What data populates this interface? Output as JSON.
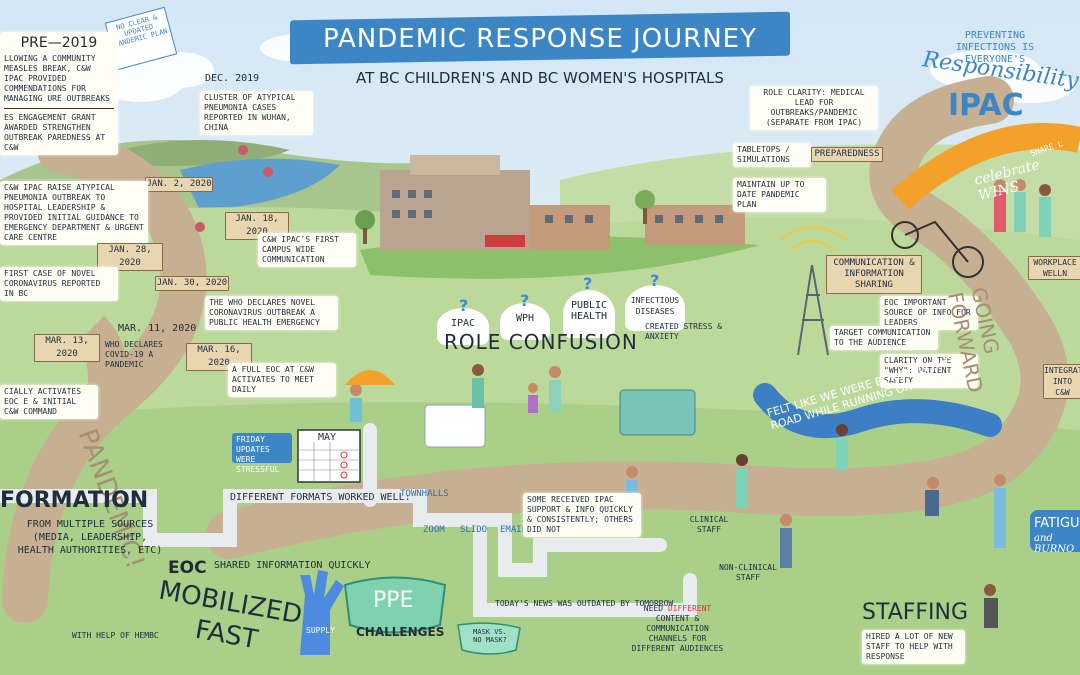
{
  "title": "PANDEMIC RESPONSE JOURNEY",
  "subtitle": "AT BC CHILDREN'S AND BC WOMEN'S HOSPITALS",
  "corner_badge": "NO CLEAR & UPDATED PANDEMIC PLAN",
  "pre2019": {
    "heading": "PRE—2019",
    "line1": "LLOWING A COMMUNITY MEASLES BREAK, C&W IPAC PROVIDED COMMENDATIONS FOR MANAGING URE OUTBREAKS",
    "line2": "ES ENGAGEMENT GRANT AWARDED STRENGTHEN OUTBREAK PAREDNESS AT C&W"
  },
  "dec2019": {
    "date": "DEC. 2019",
    "text": "CLUSTER OF ATYPICAL PNEUMONIA CASES REPORTED IN WUHAN, CHINA"
  },
  "timeline": [
    {
      "date": "JAN. 2, 2020",
      "text": "C&W IPAC RAISE ATYPICAL PNEUMONIA OUTBREAK TO HOSPITAL LEADERSHIP & PROVIDED INITIAL GUIDANCE TO EMERGENCY DEPARTMENT & URGENT CARE CENTRE"
    },
    {
      "date": "JAN. 18, 2020",
      "text": "C&W IPAC'S FIRST CAMPUS WIDE COMMUNICATION"
    },
    {
      "date": "JAN. 28, 2020",
      "text": "FIRST CASE OF NOVEL CORONAVIRUS REPORTED IN BC"
    },
    {
      "date": "JAN. 30, 2020",
      "text": "THE WHO DECLARES NOVEL CORONAVIRUS OUTBREAK A PUBLIC HEALTH EMERGENCY"
    },
    {
      "date": "MAR. 11, 2020",
      "text": "WHO DECLARES COVID-19 A PANDEMIC"
    },
    {
      "date": "MAR. 13, 2020",
      "text": "CIALLY ACTIVATES EOC E & INITIAL C&W COMMAND"
    },
    {
      "date": "MAR. 16, 2020",
      "text": "A FULL EOC AT C&W ACTIVATES TO MEET DAILY"
    }
  ],
  "pandemic_label": "PANDEMIC!",
  "role_confusion": {
    "title": "ROLE CONFUSION",
    "bubbles": [
      "IPAC",
      "WPH",
      "PUBLIC HEALTH",
      "INFECTIOUS DISEASES"
    ],
    "q": "?",
    "note": "CREATED STRESS & ANXIETY"
  },
  "preparedness": {
    "sign": "PREPAREDNESS",
    "role": "ROLE CLARITY: MEDICAL LEAD FOR OUTBREAKS/PANDEMIC (SEPARATE FROM IPAC)",
    "tabletops": "TABLETOPS / SIMULATIONS",
    "maintain": "MAINTAIN UP TO DATE PANDEMIC PLAN"
  },
  "ipac_banner": {
    "line1": "PREVENTING INFECTIONS IS EVERYONE'S",
    "script": "Responsibility",
    "big": "IPAC"
  },
  "celebrate": {
    "share": "SHARE L",
    "wins": "celebrate WINS"
  },
  "communication": {
    "sign": "COMMUNICATION & INFORMATION SHARING",
    "eoc": "EOC IMPORTANT SOURCE OF INFO FOR LEADERS",
    "target": "TARGET COMMUNICATION TO THE AUDIENCE",
    "clarity": "CLARITY ON THE \"WHY\": PATIENT SAFETY"
  },
  "going_forward": "GOING FORWARD",
  "workplace_sign": "WORKPLACE WELLN",
  "integrate_sign": "INTEGRAT INTO C&W",
  "felt_like": "FELT LIKE WE WERE BUILDING the ROAD WHILE RUNNING ON IT!",
  "information": {
    "title": "FORMATION",
    "text": "FROM MULTIPLE SOURCES (MEDIA, LEADERSHIP, HEALTH AUTHORITIES, ETC)",
    "eoc_label": "EOC",
    "eoc_text": "SHARED INFORMATION QUICKLY"
  },
  "friday": "FRIDAY UPDATES WERE STRESSFUL",
  "calendar_month": "MAY",
  "formats": {
    "title": "DIFFERENT FORMATS WORKED WELL:",
    "townhalls": "TOWNHALLS",
    "zoom": "ZOOM",
    "slido": "SLIDO",
    "emails": "EMAILS"
  },
  "ipac_support": "SOME RECEIVED IPAC SUPPORT & INFO QUICKLY & CONSISTENTLY; OTHERS DID NOT",
  "clinical": "CLINICAL STAFF",
  "non_clinical": "NON-CLINICAL STAFF",
  "todays_news": "TODAY'S NEWS WAS OUTDATED BY TOMORROW",
  "need_different": {
    "pre": "NEED ",
    "hl": "DIFFERENT",
    "post": " CONTENT & COMMUNICATION CHANNELS FOR DIFFERENT AUDIENCES"
  },
  "mobilized": {
    "line1": "MOBILIZED",
    "line2": "FAST",
    "supply": "SUPPLY",
    "hembc": "WITH HELP OF HEMBC"
  },
  "ppe": {
    "big": "PPE",
    "challenges": "CHALLENGES",
    "mask": "MASK VS. NO MASK?"
  },
  "staffing": {
    "title": "STAFFING",
    "text": "HIRED A LOT OF NEW STAFF TO HELP WITH RESPONSE"
  },
  "fatigue": {
    "line1": "FATIGU",
    "line2": "and BURNO"
  },
  "colors": {
    "banner": "#3d86c6",
    "road": "#c9b294",
    "sky": "#dbeaf5",
    "grass": "#b9d89a",
    "wins": "#f2a12a"
  }
}
